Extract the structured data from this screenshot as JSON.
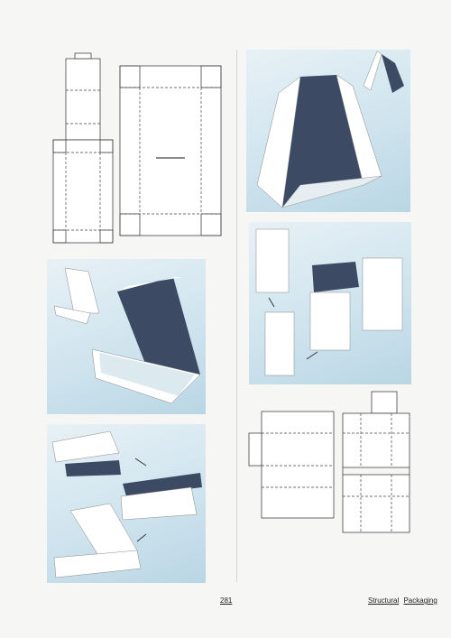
{
  "footer": {
    "page_number": "281",
    "section_title_1": "Structural",
    "section_title_2": "Packaging"
  },
  "colors": {
    "panel_light": "#e8f1f6",
    "panel_dark": "#b9d6e4",
    "box_dark": "#3c4a63",
    "box_white": "#ffffff",
    "line": "#444444"
  }
}
